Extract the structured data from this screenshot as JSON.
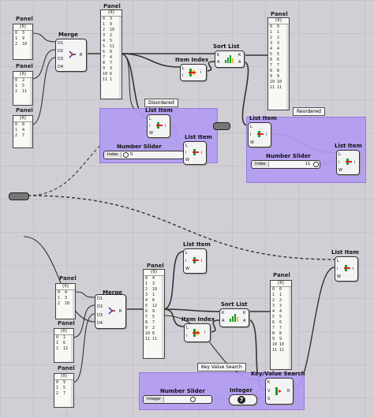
{
  "upper": {
    "panel_a": {
      "title": "Panel",
      "header": "{0}",
      "rows": [
        "0  3",
        "1  9",
        "2  10"
      ]
    },
    "panel_b": {
      "title": "Panel",
      "header": "{0}",
      "rows": [
        "0  2",
        "1  5",
        "2  11"
      ]
    },
    "panel_c": {
      "title": "Panel",
      "header": "{0}",
      "rows": [
        "0  0",
        "1  4",
        "2  7"
      ]
    },
    "merge": {
      "title": "Merge",
      "inputs": [
        "D1",
        "D2",
        "D3",
        "D4"
      ],
      "output": "R"
    },
    "panel_merged": {
      "title": "Panel",
      "header": "{0}",
      "rows": [
        "0  3",
        "1  9",
        "2  10",
        "3  2",
        "4  5",
        "5  11",
        "6  0",
        "7  4",
        "8  7",
        "9  3",
        "10 6",
        "11 1"
      ]
    },
    "item_index": {
      "title": "Item Index",
      "inputs": [
        "L",
        "i"
      ],
      "output": "i"
    },
    "sort_list": {
      "title": "Sort List",
      "inputs": [
        "K",
        "A"
      ],
      "outputs": [
        "K",
        "A"
      ]
    },
    "panel_sorted": {
      "title": "Panel",
      "header": "{0}",
      "rows": [
        "0  0",
        "1  1",
        "2  2",
        "3  3",
        "4  4",
        "5  5",
        "6  6",
        "7  7",
        "8  8",
        "9  9",
        "10 10",
        "11 11"
      ]
    },
    "group_disordered": {
      "label": "Disordered"
    },
    "group_reordered": {
      "label": "Reordered"
    },
    "list_item_d1": {
      "title": "List Item",
      "inputs": [
        "L",
        "i",
        "W"
      ],
      "output": "i"
    },
    "list_item_d2": {
      "title": "List Item",
      "inputs": [
        "L",
        "i",
        "W"
      ],
      "output": "i"
    },
    "slider_d": {
      "title": "Number Slider",
      "label": "Index",
      "value": "0",
      "fraction": 0
    },
    "list_item_r1": {
      "title": "List Item",
      "inputs": [
        "L",
        "i",
        "W"
      ],
      "output": "i"
    },
    "list_item_r2": {
      "title": "List Item",
      "inputs": [
        "L",
        "i",
        "W"
      ],
      "output": "i"
    },
    "slider_r": {
      "title": "Number Slider",
      "label": "Index",
      "value": "11",
      "fraction": 1
    }
  },
  "lower": {
    "panel_a": {
      "title": "Panel",
      "header": "{0}",
      "rows": [
        "0  4",
        "1  3",
        "2  10"
      ]
    },
    "panel_b": {
      "title": "Panel",
      "header": "{0}",
      "rows": [
        "0  1",
        "1  6",
        "2  12"
      ]
    },
    "panel_c": {
      "title": "Panel",
      "header": "{0}",
      "rows": [
        "0  9",
        "1  5",
        "2  7"
      ]
    },
    "merge": {
      "title": "Merge",
      "inputs": [
        "D1",
        "D2",
        "D3",
        "D4"
      ],
      "output": "R"
    },
    "panel_merged": {
      "title": "Panel",
      "header": "{0}",
      "rows": [
        "0  4",
        "1  3",
        "2  10",
        "3  1",
        "4  6",
        "5  12",
        "6  9",
        "7  5",
        "8  7",
        "9  2",
        "10 8",
        "11 11"
      ]
    },
    "list_item_top": {
      "title": "List Item",
      "inputs": [
        "L",
        "i",
        "W"
      ],
      "output": "i"
    },
    "list_item_right": {
      "title": "List Item",
      "inputs": [
        "L",
        "i",
        "W"
      ],
      "output": "i"
    },
    "item_index": {
      "title": "Item Index",
      "inputs": [
        "L",
        "i"
      ],
      "output": "i"
    },
    "sort_list": {
      "title": "Sort List",
      "inputs": [
        "K",
        "A"
      ],
      "outputs": [
        "K",
        "A"
      ]
    },
    "panel_sorted": {
      "title": "Panel",
      "header": "{0}",
      "rows": [
        "0  0",
        "1  1",
        "2  2",
        "3  3",
        "4  4",
        "5  5",
        "6  6",
        "7  7",
        "8  8",
        "9  9",
        "10 10",
        "11 11"
      ]
    },
    "group_kv": {
      "label": "Key Value Search"
    },
    "kv_search": {
      "title": "Key/Value Search",
      "inputs": [
        "K",
        "V",
        "S"
      ],
      "output": "R"
    },
    "slider_int": {
      "title": "Number Slider",
      "label": "Integer",
      "value": "7",
      "fraction": 0.6
    },
    "integer": {
      "title": "Integer",
      "value": "7"
    }
  },
  "colors": {
    "group_fill": "#b39cf2",
    "canvas": "#d2ced5",
    "wire": "#333333"
  }
}
